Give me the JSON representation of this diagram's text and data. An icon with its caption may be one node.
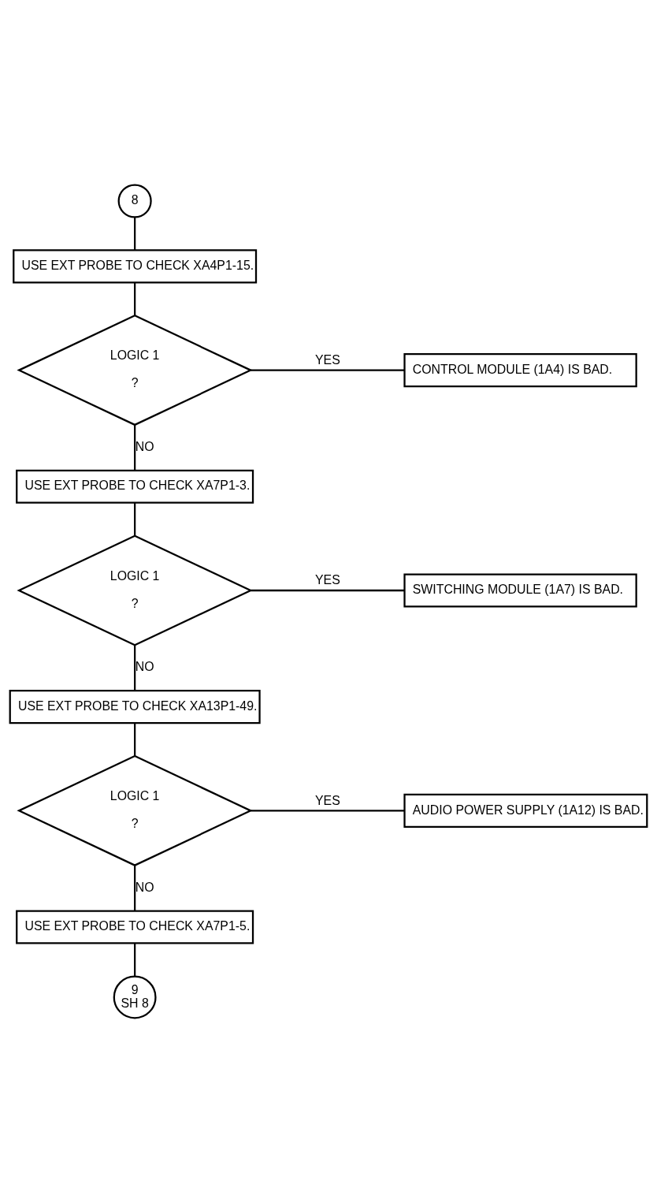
{
  "diagram": {
    "nodes": [
      {
        "text": [
          "8"
        ]
      },
      {
        "text": [
          "USE EXT PROBE TO CHECK XA4P1-15."
        ]
      },
      {
        "text": [
          "LOGIC 1",
          "?"
        ]
      },
      {
        "text": [
          "CONTROL MODULE (1A4) IS BAD."
        ]
      },
      {
        "text": [
          "USE EXT PROBE TO CHECK XA7P1-3."
        ]
      },
      {
        "text": [
          "LOGIC 1",
          "?"
        ]
      },
      {
        "text": [
          "SWITCHING MODULE (1A7) IS BAD."
        ]
      },
      {
        "text": [
          "USE EXT PROBE TO CHECK XA13P1-49."
        ]
      },
      {
        "text": [
          "LOGIC 1",
          "?"
        ]
      },
      {
        "text": [
          "AUDIO POWER SUPPLY (1A12) IS BAD."
        ]
      },
      {
        "text": [
          "USE EXT PROBE TO CHECK XA7P1-5."
        ]
      },
      {
        "text": [
          "9",
          "SH 8"
        ]
      }
    ],
    "edges": [
      {
        "from": 0,
        "to": 1,
        "arrow": "none"
      },
      {
        "from": 1,
        "to": 2,
        "arrow": "none"
      },
      {
        "from": 2,
        "to": 3,
        "arrow": "none",
        "label": "YES"
      },
      {
        "from": 2,
        "to": 4,
        "arrow": "none",
        "label": "NO"
      },
      {
        "from": 4,
        "to": 5,
        "arrow": "none"
      },
      {
        "from": 5,
        "to": 6,
        "arrow": "none",
        "label": "YES"
      },
      {
        "from": 5,
        "to": 7,
        "arrow": "none",
        "label": "NO"
      },
      {
        "from": 7,
        "to": 8,
        "arrow": "none"
      },
      {
        "from": 8,
        "to": 9,
        "arrow": "none",
        "label": "YES"
      },
      {
        "from": 8,
        "to": 10,
        "arrow": "none",
        "label": "NO"
      },
      {
        "from": 10,
        "to": 11,
        "arrow": "none"
      }
    ]
  }
}
